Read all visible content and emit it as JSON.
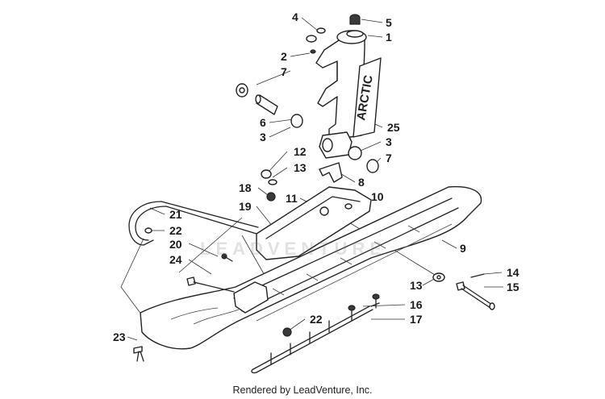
{
  "diagram": {
    "callouts": [
      "4",
      "5",
      "1",
      "2",
      "7",
      "6",
      "3",
      "25",
      "3",
      "7",
      "12",
      "13",
      "8",
      "18",
      "11",
      "10",
      "19",
      "21",
      "22",
      "20",
      "9",
      "24",
      "14",
      "13",
      "15",
      "22",
      "16",
      "17",
      "23"
    ],
    "watermark": "LEADVENTURE",
    "footer": "Rendered by LeadVenture, Inc."
  }
}
